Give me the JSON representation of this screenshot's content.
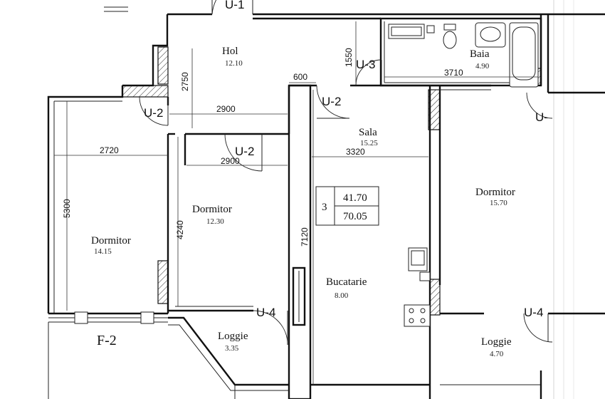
{
  "rooms": {
    "hol": {
      "name": "Hol",
      "area": "12.10"
    },
    "baia": {
      "name": "Baia",
      "area": "4.90"
    },
    "sala": {
      "name": "Sala",
      "area": "15.25"
    },
    "dormitor_left": {
      "name": "Dormitor",
      "area": "14.15"
    },
    "dormitor_mid": {
      "name": "Dormitor",
      "area": "12.30"
    },
    "dormitor_right": {
      "name": "Dormitor",
      "area": "15.70"
    },
    "bucatarie": {
      "name": "Bucatarie",
      "area": "8.00"
    },
    "loggie_left": {
      "name": "Loggie",
      "area": "3.35"
    },
    "loggie_right": {
      "name": "Loggie",
      "area": "4.70"
    }
  },
  "dimensions": {
    "d2750": "2750",
    "d1550": "1550",
    "d600": "600",
    "d3710": "3710",
    "d2900_top": "2900",
    "d2900_mid": "2900",
    "d2720": "2720",
    "d3320": "3320",
    "d5300": "5300",
    "d4240": "4240",
    "d7120": "7120"
  },
  "doors": {
    "u1": "U-1",
    "u3": "U-3",
    "u2_left": "U-2",
    "u2_center": "U-2",
    "u2_mid": "U-2",
    "u_right_top": "U-",
    "u4_left": "U-4",
    "u4_right": "U-4",
    "f2": "F-2"
  },
  "summary_box": {
    "rooms_count": "3",
    "living_area": "41.70",
    "total_area": "70.05"
  }
}
